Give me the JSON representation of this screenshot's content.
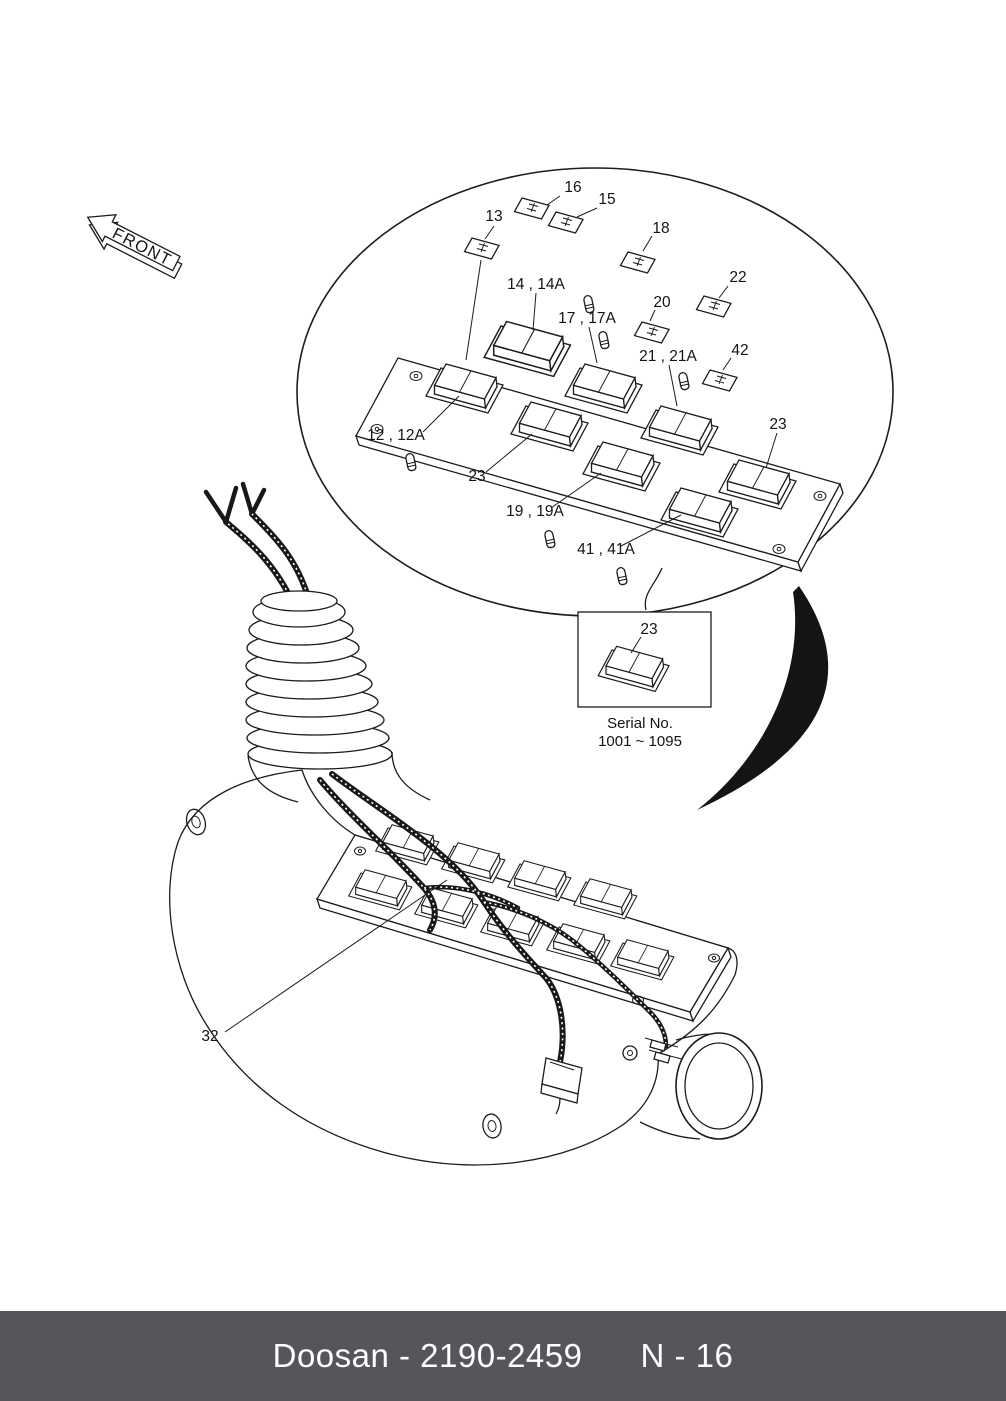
{
  "front_arrow": {
    "label": "FRONT"
  },
  "callouts": {
    "c13": "13",
    "c16": "16",
    "c15": "15",
    "c18": "18",
    "c14": "14 , 14A",
    "c22": "22",
    "c17": "17 , 17A",
    "c20": "20",
    "c21": "21 , 21A",
    "c42": "42",
    "c12": "12 , 12A",
    "c23_left": "23",
    "c23_right": "23",
    "c19": "19 , 19A",
    "c41": "41 , 41A",
    "c23_inset": "23",
    "c32": "32"
  },
  "inset": {
    "serial_label": "Serial No.",
    "serial_range": "1001 ~ 1095"
  },
  "footer": {
    "doc_ref": "Doosan - 2190-2459",
    "page_no": "N - 16"
  }
}
